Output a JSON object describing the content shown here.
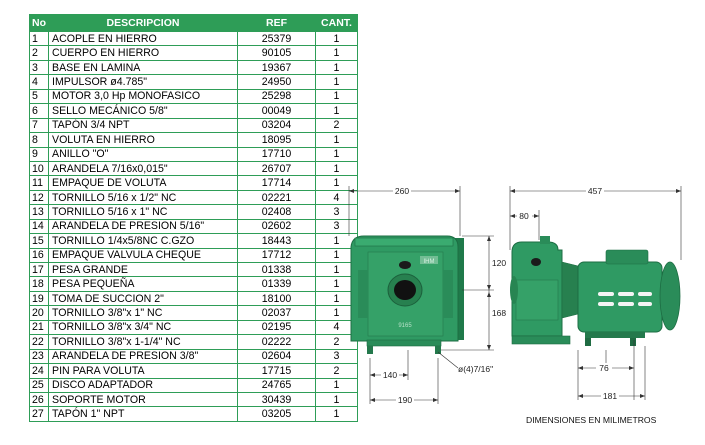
{
  "table": {
    "headers": {
      "no": "No",
      "desc": "DESCRIPCION",
      "ref": "REF",
      "qty": "CANT."
    },
    "header_color": "#2e9d57",
    "rows": [
      {
        "no": "1",
        "desc": "ACOPLE EN HIERRO",
        "ref": "25379",
        "qty": "1"
      },
      {
        "no": "2",
        "desc": "CUERPO EN HIERRO",
        "ref": "90105",
        "qty": "1"
      },
      {
        "no": "3",
        "desc": "BASE EN LAMINA",
        "ref": "19367",
        "qty": "1"
      },
      {
        "no": "4",
        "desc": "IMPULSOR ø4.785\"",
        "ref": "24950",
        "qty": "1"
      },
      {
        "no": "5",
        "desc": "MOTOR 3,0 Hp MONOFASICO",
        "ref": "25298",
        "qty": "1"
      },
      {
        "no": "6",
        "desc": "SELLO MECÁNICO 5/8\"",
        "ref": "00049",
        "qty": "1"
      },
      {
        "no": "7",
        "desc": "TAPÓN 3/4 NPT",
        "ref": "03204",
        "qty": "2"
      },
      {
        "no": "8",
        "desc": "VOLUTA EN HIERRO",
        "ref": "18095",
        "qty": "1"
      },
      {
        "no": "9",
        "desc": "ANILLO \"O\"",
        "ref": "17710",
        "qty": "1"
      },
      {
        "no": "10",
        "desc": "ARANDELA 7/16x0,015\"",
        "ref": "26707",
        "qty": "1"
      },
      {
        "no": "11",
        "desc": "EMPAQUE DE VOLUTA",
        "ref": "17714",
        "qty": "1"
      },
      {
        "no": "12",
        "desc": "TORNILLO 5/16 x  1/2\" NC",
        "ref": "02221",
        "qty": "4"
      },
      {
        "no": "13",
        "desc": "TORNILLO 5/16 x 1\" NC",
        "ref": "02408",
        "qty": "3"
      },
      {
        "no": "14",
        "desc": "ARANDELA DE PRESION 5/16\"",
        "ref": "02602",
        "qty": "3"
      },
      {
        "no": "15",
        "desc": "TORNILLO 1/4x5/8NC C.GZO",
        "ref": "18443",
        "qty": "1"
      },
      {
        "no": "16",
        "desc": "EMPAQUE VALVULA CHEQUE",
        "ref": "17712",
        "qty": "1"
      },
      {
        "no": "17",
        "desc": "PESA GRANDE",
        "ref": "01338",
        "qty": "1"
      },
      {
        "no": "18",
        "desc": "PESA PEQUEÑA",
        "ref": "01339",
        "qty": "1"
      },
      {
        "no": "19",
        "desc": "TOMA DE SUCCION 2\"",
        "ref": "18100",
        "qty": "1"
      },
      {
        "no": "20",
        "desc": "TORNILLO 3/8\"x 1\" NC",
        "ref": "02037",
        "qty": "1"
      },
      {
        "no": "21",
        "desc": "TORNILLO 3/8\"x 3/4\" NC",
        "ref": "02195",
        "qty": "4"
      },
      {
        "no": "22",
        "desc": "TORNILLO 3/8\"x 1-1/4\" NC",
        "ref": "02222",
        "qty": "2"
      },
      {
        "no": "23",
        "desc": "ARANDELA DE PRESION 3/8\"",
        "ref": "02604",
        "qty": "3"
      },
      {
        "no": "24",
        "desc": "PIN PARA VOLUTA",
        "ref": "17715",
        "qty": "2"
      },
      {
        "no": "25",
        "desc": "DISCO ADAPTADOR",
        "ref": "24765",
        "qty": "1"
      },
      {
        "no": "26",
        "desc": "SOPORTE MOTOR",
        "ref": "30439",
        "qty": "1"
      },
      {
        "no": "27",
        "desc": "TAPÓN 1\" NPT",
        "ref": "03205",
        "qty": "1"
      }
    ]
  },
  "front_view": {
    "dim_width": "260",
    "dim_upper_height": "120",
    "dim_lower_height": "168",
    "dim_base_width": "140",
    "dim_base_total": "190",
    "hole_label": "ø(4)7/16\"",
    "pump_color": "#2f9a63",
    "brand_mark": "IHM",
    "body_mark": "9165"
  },
  "side_view": {
    "dim_total_length": "457",
    "dim_offset": "80",
    "dim_feet_spacing": "76",
    "dim_feet_total": "181",
    "pump_color": "#2f9a63"
  },
  "caption": "DIMENSIONES EN MILIMETROS"
}
